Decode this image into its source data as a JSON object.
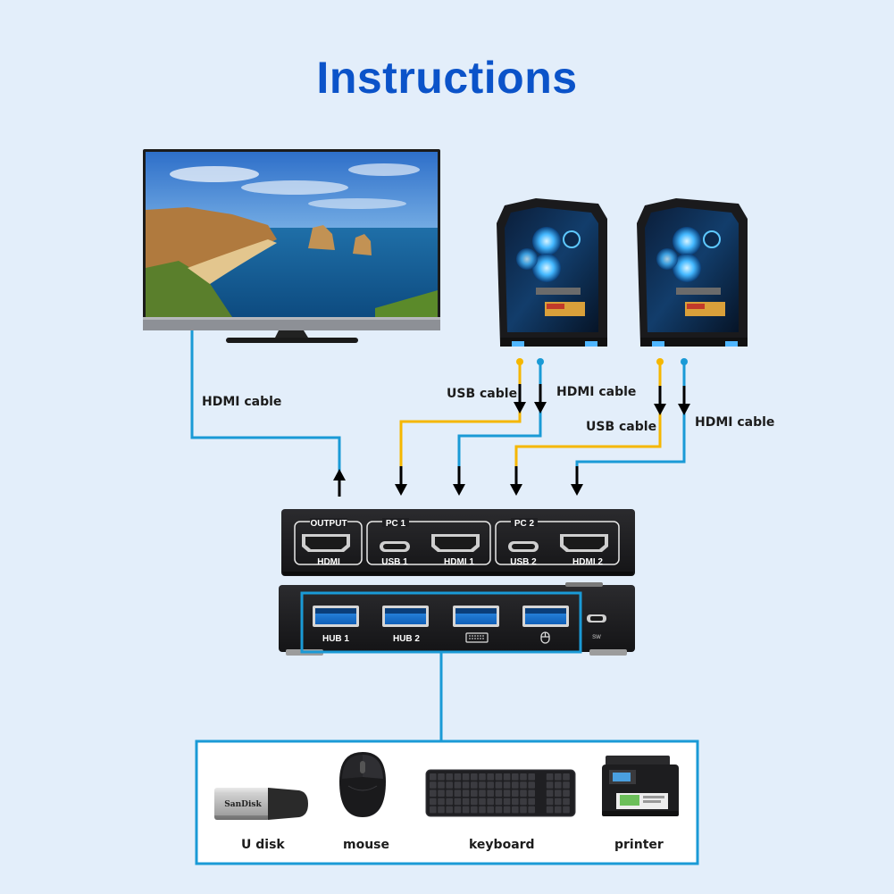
{
  "title": "Instructions",
  "cables": {
    "monitor_hdmi": "HDMI cable",
    "pc1_usb": "USB cable",
    "pc1_hdmi": "HDMI cable",
    "pc2_usb": "USB cable",
    "pc2_hdmi": "HDMI cable"
  },
  "switch_front": {
    "output_group": "OUTPUT",
    "output_port": "HDMI",
    "pc1_group": "PC 1",
    "pc1_usb": "USB 1",
    "pc1_hdmi": "HDMI 1",
    "pc2_group": "PC 2",
    "pc2_usb": "USB 2",
    "pc2_hdmi": "HDMI 2"
  },
  "switch_back": {
    "hub1": "HUB 1",
    "hub2": "HUB 2",
    "sw": "SW"
  },
  "usb_stick_brand": "SanDisk",
  "devices": {
    "udisk": "U disk",
    "mouse": "mouse",
    "keyboard": "keyboard",
    "printer": "printer"
  },
  "colors": {
    "title": "#0b53c9",
    "hdmi_cable": "#1a9ad6",
    "usb_cable": "#f5b700",
    "background": "#e3eefa"
  }
}
